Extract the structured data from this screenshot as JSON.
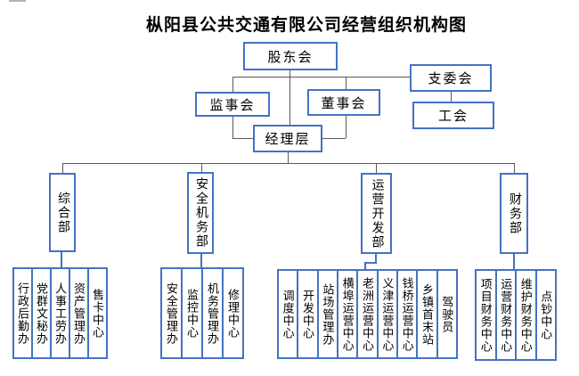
{
  "title": "枞阳县公共交通有限公司经营组织机构图",
  "colors": {
    "box_border": "#4472C4",
    "connector_dark": "#595959",
    "text": "#000000",
    "background": "#ffffff"
  },
  "top_nodes": {
    "shareholders_meeting": "股东会",
    "branch_committee": "支委会",
    "supervisory_board": "监事会",
    "board_of_directors": "董事会",
    "labor_union": "工会",
    "management_layer": "经理层"
  },
  "departments": [
    {
      "label": "综合部",
      "children": [
        "行政后勤办",
        "党群文秘办",
        "人事工劳办",
        "资产管理办",
        "售卡中心"
      ]
    },
    {
      "label": "安全机务部",
      "children": [
        "安全管理办",
        "监控中心",
        "机务管理办",
        "修理中心"
      ]
    },
    {
      "label": "运营开发部",
      "children": [
        "调度中心",
        "开发中心",
        "站场管理办",
        "横埠运营中心",
        "老洲运营中心",
        "义津运营中心",
        "钱桥运营中心",
        "乡镇首末站",
        "驾驶员"
      ]
    },
    {
      "label": "财务部",
      "children": [
        "项目财务中心",
        "运营财务中心",
        "维护财务中心",
        "点钞中心"
      ]
    }
  ]
}
